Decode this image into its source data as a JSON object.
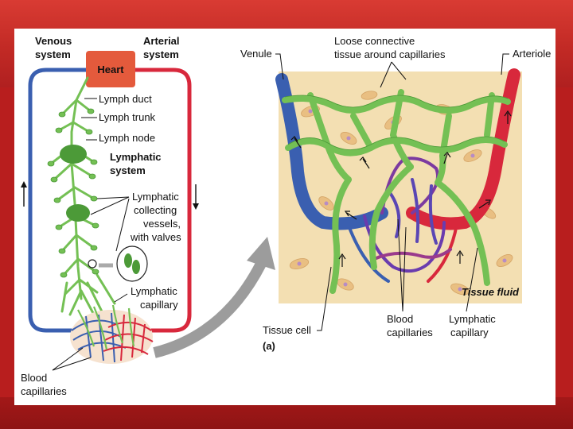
{
  "diagram": {
    "left": {
      "venous_line1": "Venous",
      "venous_line2": "system",
      "arterial_line1": "Arterial",
      "arterial_line2": "system",
      "heart": "Heart",
      "lymph_duct": "Lymph duct",
      "lymph_trunk": "Lymph trunk",
      "lymph_node": "Lymph node",
      "lymphatic_system_line1": "Lymphatic",
      "lymphatic_system_line2": "system",
      "collecting_line1": "Lymphatic",
      "collecting_line2": "collecting",
      "collecting_line3": "vessels,",
      "collecting_line4": "with valves",
      "capillary_line1": "Lymphatic",
      "capillary_line2": "capillary",
      "blood_cap_line1": "Blood",
      "blood_cap_line2": "capillaries"
    },
    "right": {
      "venule": "Venule",
      "loose_line1": "Loose connective",
      "loose_line2": "tissue around capillaries",
      "arteriole": "Arteriole",
      "tissue_fluid": "Tissue fluid",
      "tissue_cell": "Tissue cell",
      "panel_letter": "(a)",
      "blood_cap_line1": "Blood",
      "blood_cap_line2": "capillaries",
      "lymph_cap_line1": "Lymphatic",
      "lymph_cap_line2": "capillary"
    }
  },
  "colors": {
    "vein": "#3a5fb0",
    "artery": "#d8283c",
    "lymph": "#74c054",
    "heart": "#e45a3c",
    "tissue": "#f3dfb2"
  }
}
